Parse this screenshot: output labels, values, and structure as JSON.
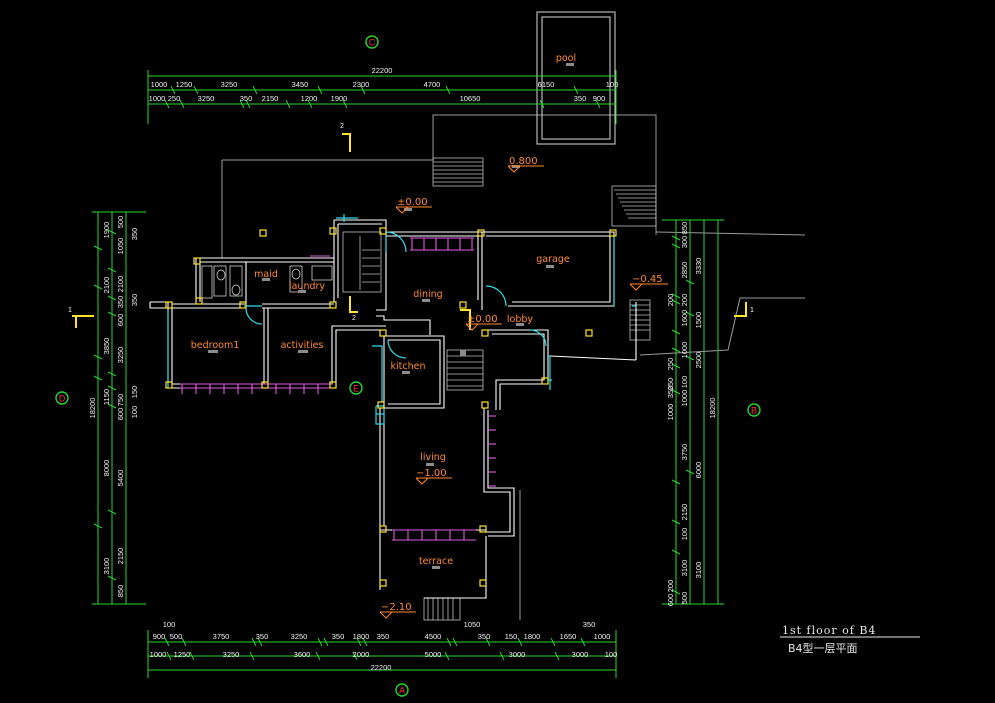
{
  "drawing": {
    "title_en": "1st floor of B4",
    "title_zh": "B4型一层平面"
  },
  "axes": {
    "top": "C",
    "bottom": "A",
    "left": "D",
    "right": "B",
    "inner": "E"
  },
  "rooms": {
    "pool": "pool",
    "maid": "maid",
    "laundry": "laundry",
    "bedroom": "bedroom1",
    "activities": "activities",
    "dining": "dining",
    "garage": "garage",
    "lobby": "lobby",
    "kitchen": "kitchen",
    "living": "living",
    "terrace": "terrace"
  },
  "levels": {
    "pool_deck": "0.800",
    "ground": "±0.00",
    "garage": "−0.45",
    "lobby": "±0.00",
    "living": "−1.00",
    "terrace": "−2.10"
  },
  "section_marks": {
    "left": "1",
    "right": "1",
    "upper": "2",
    "lower": "2"
  },
  "dims_top": {
    "total": "22200",
    "row1": [
      "1000",
      "1250",
      "3250",
      "3450",
      "2300",
      "4700",
      "6150",
      "100"
    ],
    "row2": [
      "1000",
      "250",
      "3250",
      "350",
      "2150",
      "1200",
      "1900",
      "10650",
      "350",
      "900"
    ]
  },
  "dims_bottom": {
    "row1_top": [
      "100",
      "1050",
      "350"
    ],
    "row1": [
      "900",
      "500",
      "3750",
      "350",
      "3250",
      "350",
      "1800",
      "350",
      "4500",
      "350",
      "150",
      "1800",
      "1650",
      "1000"
    ],
    "row2": [
      "1000",
      "1250",
      "3250",
      "3600",
      "2000",
      "5000",
      "3000",
      "3000",
      "100"
    ],
    "total": "22200"
  },
  "dims_left": {
    "total": "18200",
    "outer": [
      "1900",
      "2100",
      "3850",
      "1150",
      "8000",
      "3100"
    ],
    "inner": [
      "1050",
      "2100",
      "350",
      "600",
      "3250",
      "600",
      "750",
      "5400",
      "2150",
      "850"
    ],
    "extra": [
      "500",
      "350",
      "350",
      "100",
      "150"
    ]
  },
  "dims_right": {
    "total": "18200",
    "outer": [
      "3330",
      "1500",
      "2500",
      "6000",
      "3100"
    ],
    "inner": [
      "850",
      "300",
      "2850",
      "200",
      "1600",
      "1000",
      "100",
      "1000",
      "3750",
      "2150",
      "100",
      "3100",
      "500"
    ],
    "extra": [
      "250",
      "200",
      "250",
      "350",
      "200",
      "600",
      "1000"
    ]
  }
}
